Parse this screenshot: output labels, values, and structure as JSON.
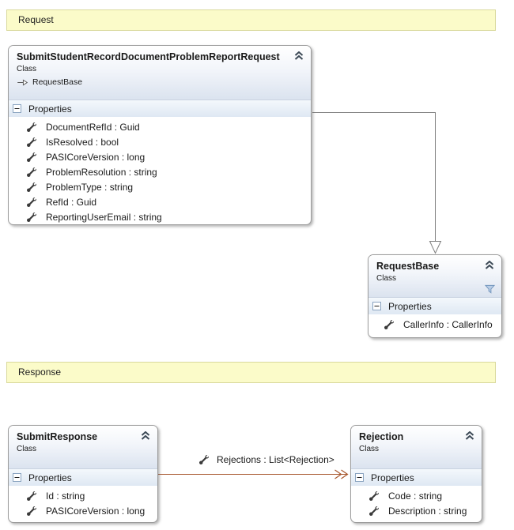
{
  "banners": {
    "request": "Request",
    "response": "Response"
  },
  "classes": {
    "request_main": {
      "name": "SubmitStudentRecordDocumentProblemReportRequest",
      "kind": "Class",
      "base": "RequestBase",
      "compartment_label": "Properties",
      "properties": [
        "DocumentRefId : Guid",
        "IsResolved : bool",
        "PASICoreVersion : long",
        "ProblemResolution : string",
        "ProblemType : string",
        "RefId : Guid",
        "ReportingUserEmail : string"
      ]
    },
    "request_base": {
      "name": "RequestBase",
      "kind": "Class",
      "compartment_label": "Properties",
      "properties": [
        "CallerInfo : CallerInfo"
      ]
    },
    "submit_response": {
      "name": "SubmitResponse",
      "kind": "Class",
      "compartment_label": "Properties",
      "properties": [
        "Id : string",
        "PASICoreVersion : long"
      ]
    },
    "rejection": {
      "name": "Rejection",
      "kind": "Class",
      "compartment_label": "Properties",
      "properties": [
        "Code : string",
        "Description : string"
      ]
    }
  },
  "association": {
    "label": "Rejections : List<Rejection>"
  },
  "icons": {
    "property": "wrench-icon",
    "collapse": "double-chevron-up-icon",
    "expander": "minus-box-icon",
    "filter": "funnel-icon",
    "inheritance_pointer": "hollow-arrow-icon"
  },
  "colors": {
    "banner_fill": "#fbfbc9",
    "banner_border": "#d9d99c",
    "inheritance_line": "#7f7f7f",
    "association_line": "#a8582f",
    "header_gradient_bottom": "#dbe3ef",
    "compartment_band_bottom": "#dfe8f3"
  }
}
